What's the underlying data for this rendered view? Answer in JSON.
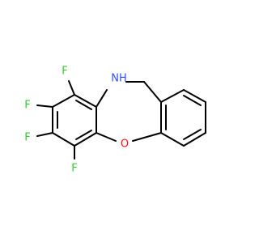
{
  "molecule": {
    "atoms": {
      "F1": {
        "symbol": "F",
        "color": "#33cc33"
      },
      "F2": {
        "symbol": "F",
        "color": "#33cc33"
      },
      "F3": {
        "symbol": "F",
        "color": "#33cc33"
      },
      "F4": {
        "symbol": "F",
        "color": "#33cc33"
      },
      "NH": {
        "symbol": "NH",
        "color": "#3050f8"
      },
      "O": {
        "symbol": "O",
        "color": "#ff0d0d"
      }
    },
    "bond_color": "#000000",
    "background": "#ffffff"
  }
}
